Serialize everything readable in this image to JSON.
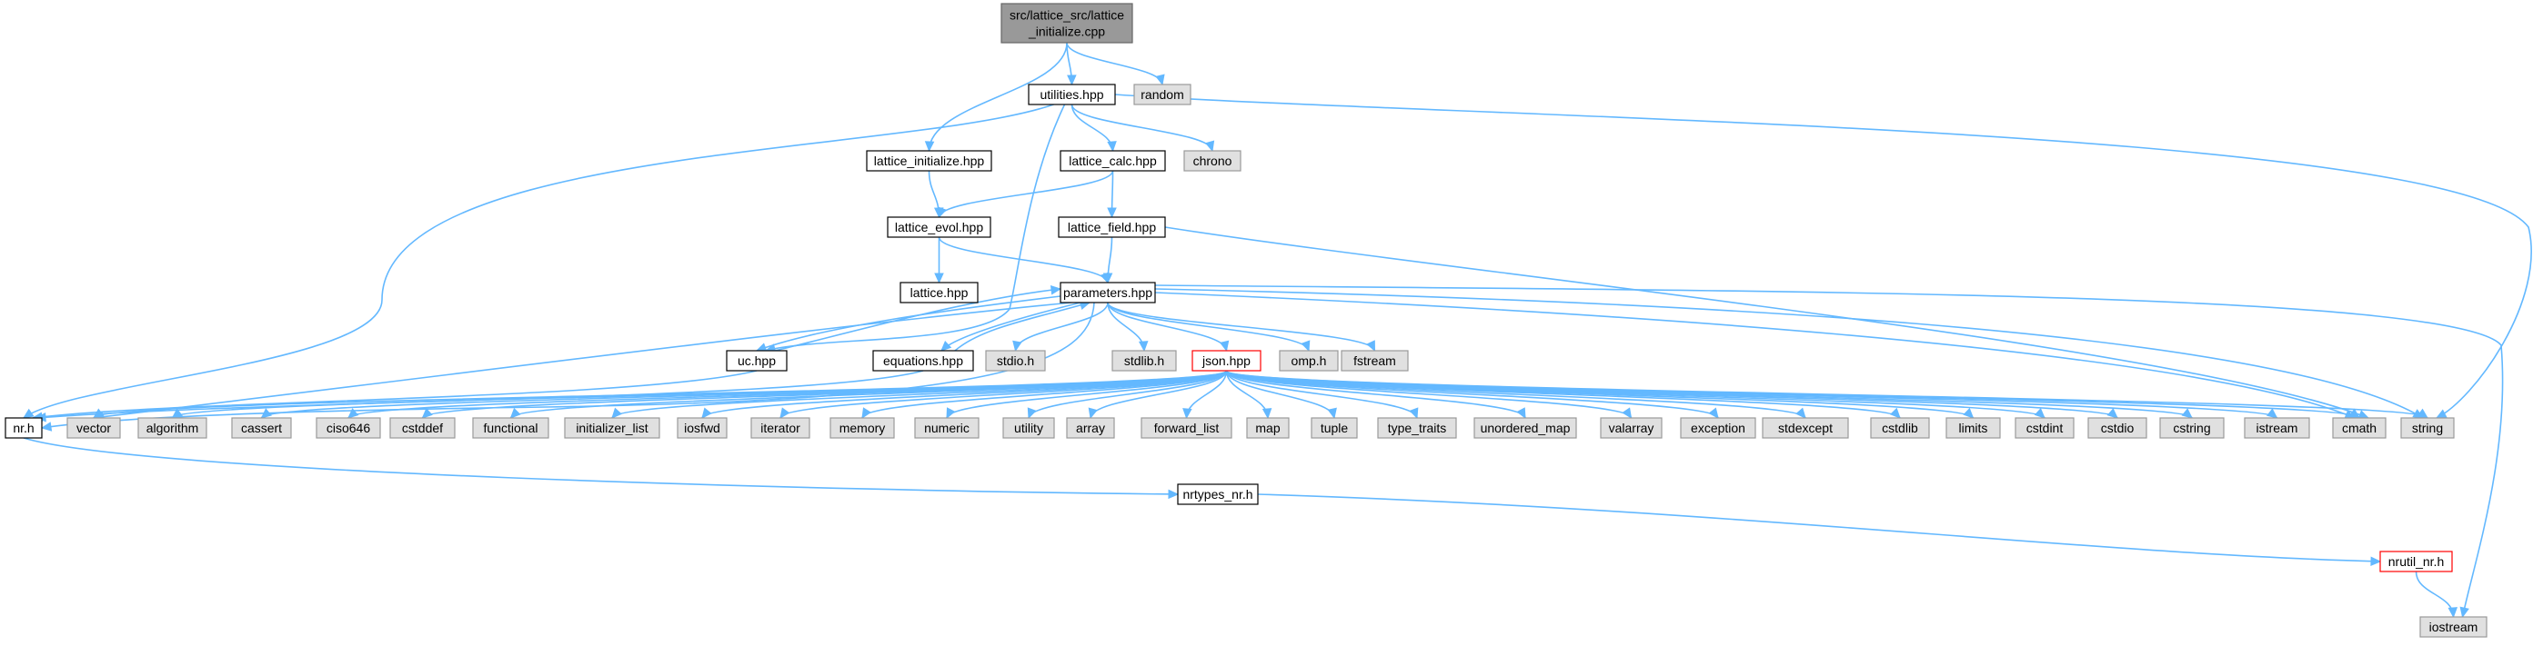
{
  "nodes": [
    {
      "id": "root",
      "label": [
        "src/lattice_src/lattice",
        "_initialize.cpp"
      ],
      "kind": "root"
    },
    {
      "id": "utilities",
      "label": [
        "utilities.hpp"
      ],
      "kind": "doc"
    },
    {
      "id": "random",
      "label": [
        "random"
      ],
      "kind": "ext"
    },
    {
      "id": "lattice_initialize",
      "label": [
        "lattice_initialize.hpp"
      ],
      "kind": "doc"
    },
    {
      "id": "lattice_calc",
      "label": [
        "lattice_calc.hpp"
      ],
      "kind": "doc"
    },
    {
      "id": "chrono",
      "label": [
        "chrono"
      ],
      "kind": "ext"
    },
    {
      "id": "lattice_evol",
      "label": [
        "lattice_evol.hpp"
      ],
      "kind": "doc"
    },
    {
      "id": "lattice_field",
      "label": [
        "lattice_field.hpp"
      ],
      "kind": "doc"
    },
    {
      "id": "lattice",
      "label": [
        "lattice.hpp"
      ],
      "kind": "doc"
    },
    {
      "id": "parameters",
      "label": [
        "parameters.hpp"
      ],
      "kind": "doc"
    },
    {
      "id": "uc",
      "label": [
        "uc.hpp"
      ],
      "kind": "doc"
    },
    {
      "id": "equations",
      "label": [
        "equations.hpp"
      ],
      "kind": "doc"
    },
    {
      "id": "stdio_h",
      "label": [
        "stdio.h"
      ],
      "kind": "ext"
    },
    {
      "id": "stdlib_h",
      "label": [
        "stdlib.h"
      ],
      "kind": "ext"
    },
    {
      "id": "json",
      "label": [
        "json.hpp"
      ],
      "kind": "red"
    },
    {
      "id": "omp_h",
      "label": [
        "omp.h"
      ],
      "kind": "ext"
    },
    {
      "id": "fstream",
      "label": [
        "fstream"
      ],
      "kind": "ext"
    },
    {
      "id": "nr_h",
      "label": [
        "nr.h"
      ],
      "kind": "doc"
    },
    {
      "id": "vector",
      "label": [
        "vector"
      ],
      "kind": "ext"
    },
    {
      "id": "algorithm",
      "label": [
        "algorithm"
      ],
      "kind": "ext"
    },
    {
      "id": "cassert",
      "label": [
        "cassert"
      ],
      "kind": "ext"
    },
    {
      "id": "ciso646",
      "label": [
        "ciso646"
      ],
      "kind": "ext"
    },
    {
      "id": "cstddef",
      "label": [
        "cstddef"
      ],
      "kind": "ext"
    },
    {
      "id": "functional",
      "label": [
        "functional"
      ],
      "kind": "ext"
    },
    {
      "id": "initializer_list",
      "label": [
        "initializer_list"
      ],
      "kind": "ext"
    },
    {
      "id": "iosfwd",
      "label": [
        "iosfwd"
      ],
      "kind": "ext"
    },
    {
      "id": "iterator",
      "label": [
        "iterator"
      ],
      "kind": "ext"
    },
    {
      "id": "memory",
      "label": [
        "memory"
      ],
      "kind": "ext"
    },
    {
      "id": "numeric",
      "label": [
        "numeric"
      ],
      "kind": "ext"
    },
    {
      "id": "utility",
      "label": [
        "utility"
      ],
      "kind": "ext"
    },
    {
      "id": "array",
      "label": [
        "array"
      ],
      "kind": "ext"
    },
    {
      "id": "forward_list",
      "label": [
        "forward_list"
      ],
      "kind": "ext"
    },
    {
      "id": "map",
      "label": [
        "map"
      ],
      "kind": "ext"
    },
    {
      "id": "tuple",
      "label": [
        "tuple"
      ],
      "kind": "ext"
    },
    {
      "id": "type_traits",
      "label": [
        "type_traits"
      ],
      "kind": "ext"
    },
    {
      "id": "unordered_map",
      "label": [
        "unordered_map"
      ],
      "kind": "ext"
    },
    {
      "id": "valarray",
      "label": [
        "valarray"
      ],
      "kind": "ext"
    },
    {
      "id": "exception",
      "label": [
        "exception"
      ],
      "kind": "ext"
    },
    {
      "id": "stdexcept",
      "label": [
        "stdexcept"
      ],
      "kind": "ext"
    },
    {
      "id": "cstdlib",
      "label": [
        "cstdlib"
      ],
      "kind": "ext"
    },
    {
      "id": "limits",
      "label": [
        "limits"
      ],
      "kind": "ext"
    },
    {
      "id": "cstdint",
      "label": [
        "cstdint"
      ],
      "kind": "ext"
    },
    {
      "id": "cstdio",
      "label": [
        "cstdio"
      ],
      "kind": "ext"
    },
    {
      "id": "cstring",
      "label": [
        "cstring"
      ],
      "kind": "ext"
    },
    {
      "id": "istream",
      "label": [
        "istream"
      ],
      "kind": "ext"
    },
    {
      "id": "cmath",
      "label": [
        "cmath"
      ],
      "kind": "ext"
    },
    {
      "id": "string",
      "label": [
        "string"
      ],
      "kind": "ext"
    },
    {
      "id": "nrtypes_nr",
      "label": [
        "nrtypes_nr.h"
      ],
      "kind": "doc"
    },
    {
      "id": "nrutil_nr",
      "label": [
        "nrutil_nr.h"
      ],
      "kind": "red"
    },
    {
      "id": "iostream",
      "label": [
        "iostream"
      ],
      "kind": "ext"
    }
  ],
  "edges": [
    [
      "root",
      "utilities"
    ],
    [
      "root",
      "random"
    ],
    [
      "root",
      "lattice_initialize"
    ],
    [
      "utilities",
      "lattice_calc"
    ],
    [
      "utilities",
      "chrono"
    ],
    [
      "utilities",
      "nr_h"
    ],
    [
      "utilities",
      "uc"
    ],
    [
      "utilities",
      "string"
    ],
    [
      "lattice_initialize",
      "lattice_evol"
    ],
    [
      "lattice_calc",
      "lattice_evol"
    ],
    [
      "lattice_calc",
      "lattice_field"
    ],
    [
      "lattice_evol",
      "lattice"
    ],
    [
      "lattice_evol",
      "parameters"
    ],
    [
      "lattice_field",
      "parameters"
    ],
    [
      "lattice_field",
      "cmath"
    ],
    [
      "parameters",
      "uc"
    ],
    [
      "parameters",
      "equations"
    ],
    [
      "parameters",
      "stdio_h"
    ],
    [
      "parameters",
      "stdlib_h"
    ],
    [
      "parameters",
      "json"
    ],
    [
      "parameters",
      "omp_h"
    ],
    [
      "parameters",
      "fstream"
    ],
    [
      "parameters",
      "nr_h"
    ],
    [
      "parameters",
      "vector"
    ],
    [
      "parameters",
      "cmath"
    ],
    [
      "parameters",
      "string"
    ],
    [
      "parameters",
      "iostream"
    ],
    [
      "uc",
      "parameters"
    ],
    [
      "uc",
      "nr_h"
    ],
    [
      "equations",
      "parameters"
    ],
    [
      "equations",
      "nr_h"
    ],
    [
      "json",
      "vector"
    ],
    [
      "json",
      "algorithm"
    ],
    [
      "json",
      "cassert"
    ],
    [
      "json",
      "ciso646"
    ],
    [
      "json",
      "cstddef"
    ],
    [
      "json",
      "functional"
    ],
    [
      "json",
      "initializer_list"
    ],
    [
      "json",
      "iosfwd"
    ],
    [
      "json",
      "iterator"
    ],
    [
      "json",
      "memory"
    ],
    [
      "json",
      "numeric"
    ],
    [
      "json",
      "utility"
    ],
    [
      "json",
      "array"
    ],
    [
      "json",
      "forward_list"
    ],
    [
      "json",
      "map"
    ],
    [
      "json",
      "tuple"
    ],
    [
      "json",
      "type_traits"
    ],
    [
      "json",
      "unordered_map"
    ],
    [
      "json",
      "valarray"
    ],
    [
      "json",
      "exception"
    ],
    [
      "json",
      "stdexcept"
    ],
    [
      "json",
      "cstdlib"
    ],
    [
      "json",
      "limits"
    ],
    [
      "json",
      "cstdint"
    ],
    [
      "json",
      "cstdio"
    ],
    [
      "json",
      "cstring"
    ],
    [
      "json",
      "istream"
    ],
    [
      "json",
      "cmath"
    ],
    [
      "json",
      "string"
    ],
    [
      "nr_h",
      "nrtypes_nr"
    ],
    [
      "nrtypes_nr",
      "nrutil_nr"
    ],
    [
      "nrutil_nr",
      "iostream"
    ]
  ],
  "colors": {
    "edge": "#63b8ff",
    "root_fill": "#999999",
    "ext_fill": "#e0e0e0",
    "ext_stroke": "#999999",
    "doc_fill": "#ffffff",
    "doc_stroke": "#000000",
    "red_stroke": "#ff0000"
  }
}
